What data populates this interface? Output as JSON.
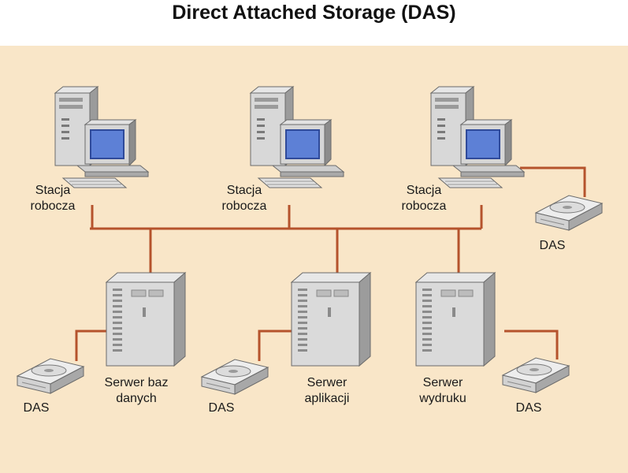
{
  "title": "Direct Attached Storage (DAS)",
  "colors": {
    "background": "#f9e6c8",
    "connector": "#b5532c"
  },
  "workstations": [
    {
      "line1": "Stacja",
      "line2": "robocza"
    },
    {
      "line1": "Stacja",
      "line2": "robocza"
    },
    {
      "line1": "Stacja",
      "line2": "robocza"
    }
  ],
  "servers": [
    {
      "line1": "Serwer baz",
      "line2": "danych"
    },
    {
      "line1": "Serwer",
      "line2": "aplikacji"
    },
    {
      "line1": "Serwer",
      "line2": "wydruku"
    }
  ],
  "das_label": "DAS"
}
